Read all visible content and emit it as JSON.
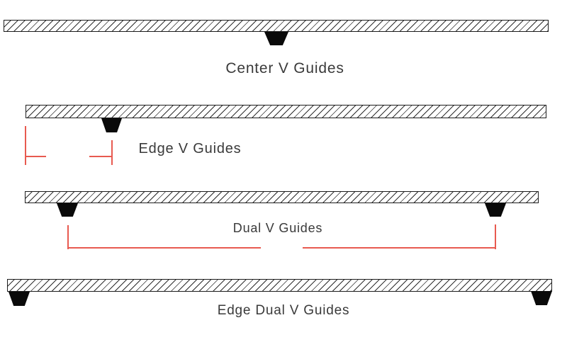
{
  "diagram": {
    "type": "technical-illustration",
    "subject": "Conveyor belt V-guide placement options (cross-section views)",
    "background": "#ffffff",
    "colors": {
      "bar_outline": "#1c1c1c",
      "hatch_line": "#2e2e2e",
      "guide_fill": "#0a0a0a",
      "dimension_red": "#e85a50",
      "label_text": "#3a3a3a"
    },
    "sections": [
      {
        "id": "center-v-guides",
        "label": "Center V Guides",
        "guides": [
          "center"
        ],
        "has_dimension_lines": false
      },
      {
        "id": "edge-v-guides",
        "label": "Edge V Guides",
        "guides": [
          "near-left-edge"
        ],
        "has_dimension_lines": true
      },
      {
        "id": "dual-v-guides",
        "label": "Dual V Guides",
        "guides": [
          "left",
          "right"
        ],
        "has_dimension_lines": true
      },
      {
        "id": "edge-dual-v-guides",
        "label": "Edge Dual V Guides",
        "guides": [
          "far-left-edge",
          "far-right-edge"
        ],
        "has_dimension_lines": false
      }
    ]
  }
}
